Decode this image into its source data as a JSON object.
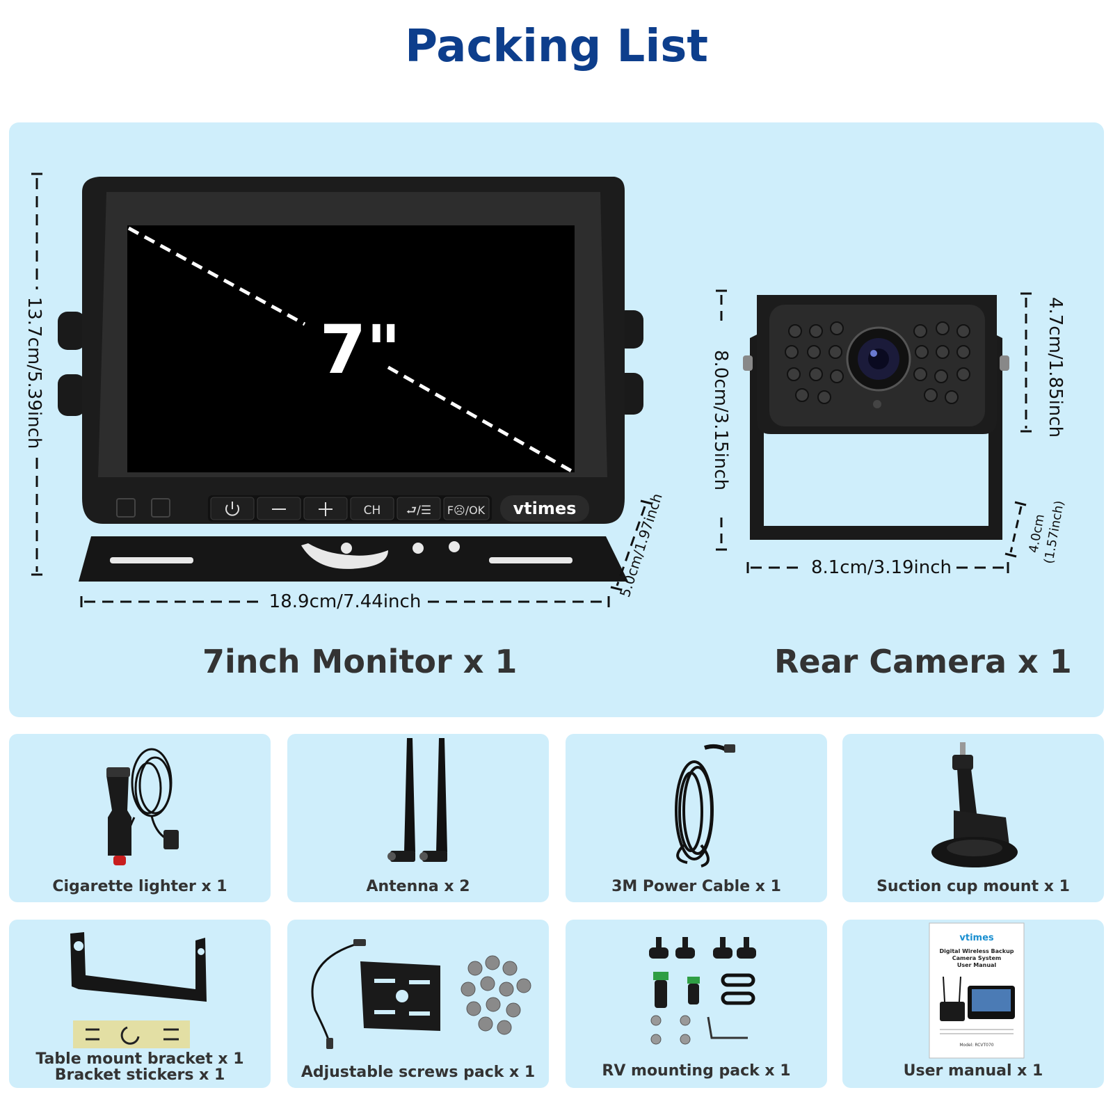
{
  "title": "Packing List",
  "hero": {
    "monitor": {
      "screen_label": "7\"",
      "brand": "vtimes",
      "buttons": [
        "CH",
        "F☹/OK"
      ],
      "height_dim": "13.7cm/5.39inch",
      "width_dim": "18.9cm/7.44inch",
      "depth_dim": "5.0cm/1.97inch",
      "caption": "7inch Monitor x 1"
    },
    "camera": {
      "height_dim": "8.0cm/3.15inch",
      "head_dim": "4.7cm/1.85inch",
      "width_dim": "8.1cm/3.19inch",
      "depth_dim_1": "4.0cm",
      "depth_dim_2": "(1.57inch)",
      "caption": "Rear Camera x 1"
    }
  },
  "items": [
    {
      "label": "Cigarette lighter x 1"
    },
    {
      "label": "Antenna x 2"
    },
    {
      "label": "3M Power Cable x 1"
    },
    {
      "label": "Suction cup mount x 1"
    },
    {
      "label": "Table mount bracket x 1",
      "label2": "Bracket stickers x 1"
    },
    {
      "label": "Adjustable screws pack x 1"
    },
    {
      "label": "RV mounting pack x 1"
    },
    {
      "label": "User manual x 1"
    }
  ],
  "manual": {
    "brand": "vtimes",
    "line1": "Digital Wireless Backup",
    "line2": "Camera System",
    "line3": "User Manual",
    "model": "Model: RCVT070"
  },
  "colors": {
    "title": "#0d3e8c",
    "panel": "#cfeefb",
    "text": "#333333"
  }
}
